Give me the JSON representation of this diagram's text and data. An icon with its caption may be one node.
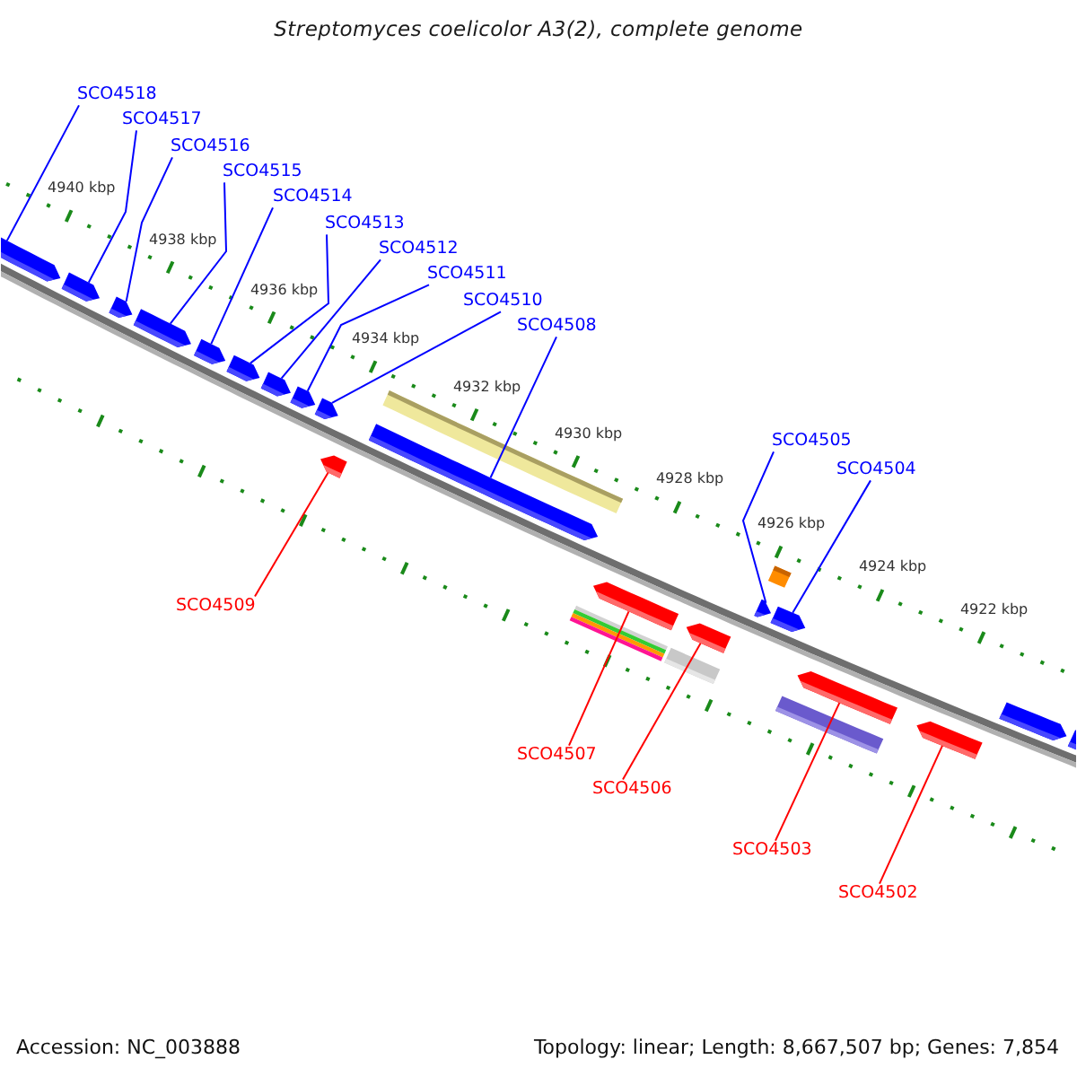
{
  "diagram": {
    "title": "Streptomyces coelicolor A3(2), complete genome",
    "nodes": [
      {
        "text": [
          "SCO4518"
        ]
      },
      {
        "text": [
          "SCO4517"
        ]
      },
      {
        "text": [
          "SCO4516"
        ]
      },
      {
        "text": [
          "SCO4515"
        ]
      },
      {
        "text": [
          "SCO4514"
        ]
      },
      {
        "text": [
          "SCO4513"
        ]
      },
      {
        "text": [
          "SCO4512"
        ]
      },
      {
        "text": [
          "SCO4511"
        ]
      },
      {
        "text": [
          "SCO4510"
        ]
      },
      {
        "text": [
          "SCO4508"
        ]
      },
      {
        "text": [
          "SCO4505"
        ]
      },
      {
        "text": [
          "SCO4504"
        ]
      },
      {
        "text": [
          "SCO4509"
        ]
      },
      {
        "text": [
          "SCO4507"
        ]
      },
      {
        "text": [
          "SCO4506"
        ]
      },
      {
        "text": [
          "SCO4503"
        ]
      },
      {
        "text": [
          "SCO4502"
        ]
      },
      {
        "text": [],
        "shape": "bar"
      },
      {
        "text": [],
        "shape": "bar"
      },
      {
        "text": [],
        "shape": "bar"
      },
      {
        "text": [],
        "shape": "bar"
      },
      {
        "text": [],
        "shape": "bar"
      },
      {
        "text": [],
        "shape": "bar"
      },
      {
        "text": [],
        "shape": "bar"
      },
      {
        "text": [],
        "shape": "bar"
      },
      {
        "text": [],
        "shape": "bar"
      },
      {
        "text": [],
        "shape": "bar"
      },
      {
        "text": [],
        "shape": "bar"
      },
      {
        "text": [],
        "shape": "bar"
      },
      {
        "text": [],
        "shape": "bar"
      },
      {
        "text": [],
        "shape": "bar"
      },
      {
        "text": [],
        "shape": "bar"
      },
      {
        "text": [],
        "shape": "bar"
      },
      {
        "text": [],
        "shape": "bar"
      },
      {
        "text": [],
        "shape": "bar"
      },
      {
        "text": [],
        "shape": "bar"
      }
    ],
    "edges": [
      {
        "from": 0,
        "to": 17,
        "arrow": "none"
      },
      {
        "from": 1,
        "to": 18,
        "arrow": "none"
      },
      {
        "from": 2,
        "to": 19,
        "arrow": "none"
      },
      {
        "from": 3,
        "to": 20,
        "arrow": "none"
      },
      {
        "from": 4,
        "to": 21,
        "arrow": "none"
      },
      {
        "from": 5,
        "to": 22,
        "arrow": "none"
      },
      {
        "from": 6,
        "to": 23,
        "arrow": "none"
      },
      {
        "from": 7,
        "to": 24,
        "arrow": "none"
      },
      {
        "from": 8,
        "to": 25,
        "arrow": "none"
      },
      {
        "from": 9,
        "to": 27,
        "arrow": "none"
      },
      {
        "from": 10,
        "to": 30,
        "arrow": "none"
      },
      {
        "from": 11,
        "to": 31,
        "arrow": "none"
      },
      {
        "from": 12,
        "to": 26,
        "arrow": "none",
        "color": "#ff0000"
      },
      {
        "from": 13,
        "to": 28,
        "arrow": "none",
        "color": "#ff0000"
      },
      {
        "from": 14,
        "to": 29,
        "arrow": "none",
        "color": "#ff0000"
      },
      {
        "from": 15,
        "to": 32,
        "arrow": "none",
        "color": "#ff0000"
      },
      {
        "from": 16,
        "to": 33,
        "arrow": "none",
        "color": "#ff0000"
      }
    ],
    "labels": [
      "4940 kbp",
      "4938 kbp",
      "4936 kbp",
      "4934 kbp",
      "4932 kbp",
      "4930 kbp",
      "4928 kbp",
      "4926 kbp",
      "4924 kbp",
      "4922 kbp",
      "Accession: NC_003888",
      "Topology: linear; Length: 8,667,507 bp; Genes: 7,854"
    ]
  }
}
